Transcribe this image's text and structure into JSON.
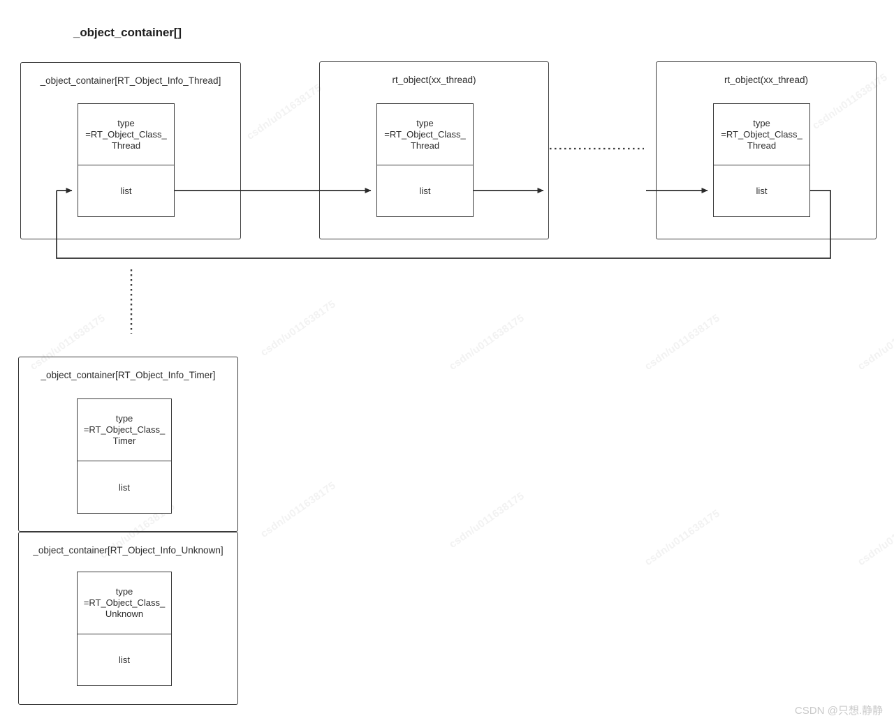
{
  "page": {
    "title": "_object_container[]",
    "background": "#ffffff",
    "line_color": "#3a3a3a",
    "text_color": "#2b2b2b"
  },
  "watermark": {
    "text": "csdn/u011638175",
    "color": "#f2f2f2",
    "footer": "CSDN @只想.静静",
    "footer_color": "#c9c9c9"
  },
  "containers": [
    {
      "id": "thread-container",
      "title": "_object_container[RT_Object_Info_Thread]",
      "node": {
        "type": "type\n=RT_Object_Class_\nThread",
        "list": "list"
      }
    },
    {
      "id": "thread-object-1",
      "title": "rt_object(xx_thread)",
      "node": {
        "type": "type\n=RT_Object_Class_\nThread",
        "list": "list"
      }
    },
    {
      "id": "thread-object-n",
      "title": "rt_object(xx_thread)",
      "node": {
        "type": "type\n=RT_Object_Class_\nThread",
        "list": "list"
      }
    },
    {
      "id": "timer-container",
      "title": "_object_container[RT_Object_Info_Timer]",
      "node": {
        "type": "type\n=RT_Object_Class_\nTimer",
        "list": "list"
      }
    },
    {
      "id": "unknown-container",
      "title": "_object_container[RT_Object_Info_Unknown]",
      "node": {
        "type": "type\n=RT_Object_Class_\nUnknown",
        "list": "list"
      }
    }
  ],
  "connectors": [
    {
      "name": "arrow-into-thread-container-list",
      "kind": "arrow"
    },
    {
      "name": "arrow-container-to-object-1",
      "kind": "arrow"
    },
    {
      "name": "arrow-object-1-to-ellipsis",
      "kind": "arrow"
    },
    {
      "name": "ellipsis-between-objects",
      "kind": "dotted-horizontal"
    },
    {
      "name": "arrow-ellipsis-to-object-n",
      "kind": "arrow"
    },
    {
      "name": "loop-back-to-container",
      "kind": "polyline"
    },
    {
      "name": "ellipsis-between-containers",
      "kind": "dotted-vertical"
    }
  ]
}
